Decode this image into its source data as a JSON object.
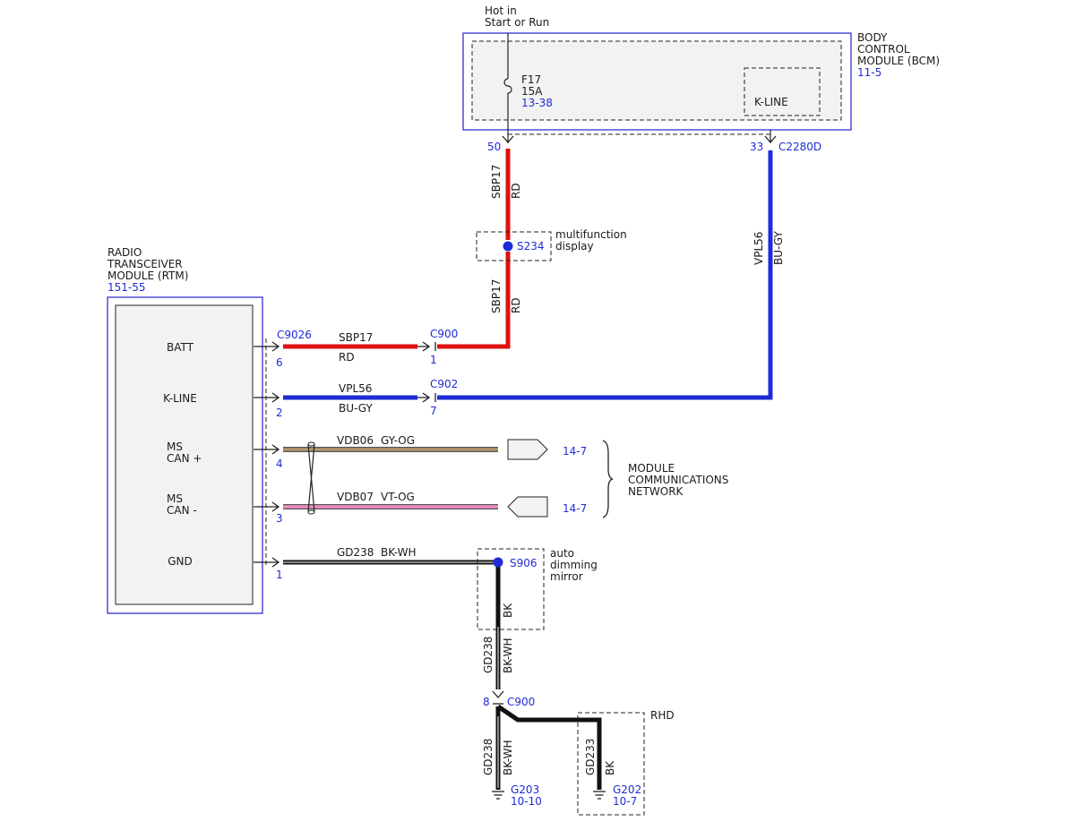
{
  "colors": {
    "red": "#e01010",
    "blue": "#1f2bd6",
    "black": "#111111",
    "gray_orange": "#b0956a",
    "violet_orange": "#f08cc0",
    "label_blue": "#1f2bd6"
  },
  "power": {
    "line1": "Hot in",
    "line2": "Start or Run"
  },
  "fuse": {
    "name": "F17",
    "rating": "15A",
    "ref": "13-38"
  },
  "bcm": {
    "line1": "BODY",
    "line2": "CONTROL",
    "line3": "MODULE (BCM)",
    "ref": "11-5",
    "kline": "K-LINE",
    "pin_batt": "50",
    "pin_kline": "33",
    "connector": "C2280D"
  },
  "rtm": {
    "line1": "RADIO",
    "line2": "TRANSCEIVER",
    "line3": "MODULE (RTM)",
    "ref": "151-55",
    "pins": {
      "batt": "BATT",
      "kline": "K-LINE",
      "mscan_plus_1": "MS",
      "mscan_plus_2": "CAN +",
      "mscan_minus_1": "MS",
      "mscan_minus_2": "CAN -",
      "gnd": "GND"
    },
    "connector": "C9026"
  },
  "splice_s234": {
    "id": "S234",
    "line1": "multifunction",
    "line2": "display"
  },
  "splice_s906": {
    "id": "S906",
    "line1": "auto",
    "line2": "dimming",
    "line3": "mirror"
  },
  "wires": {
    "sbp17_upper": {
      "circuit": "SBP17",
      "color": "RD"
    },
    "sbp17_lower": {
      "circuit": "SBP17",
      "color": "RD"
    },
    "sbp17_horiz": {
      "circuit": "SBP17",
      "color": "RD"
    },
    "vpl56_vert": {
      "circuit": "VPL56",
      "color": "BU-GY"
    },
    "vpl56_horiz": {
      "circuit": "VPL56",
      "color": "BU-GY"
    },
    "vdb06": {
      "circuit": "VDB06",
      "color": "GY-OG"
    },
    "vdb07": {
      "circuit": "VDB07",
      "color": "VT-OG"
    },
    "gd238_horiz": {
      "circuit": "GD238",
      "color": "BK-WH"
    },
    "s906_stub": {
      "color": "BK"
    },
    "gd238_vert": {
      "circuit": "GD238",
      "color": "BK-WH"
    },
    "gd238_lower": {
      "circuit": "GD238",
      "color": "BK-WH"
    },
    "gd233": {
      "circuit": "GD233",
      "color": "BK"
    }
  },
  "connectors": {
    "c900_top": {
      "name": "C900",
      "pin": "1"
    },
    "c902": {
      "name": "C902",
      "pin": "7"
    },
    "c900_bottom": {
      "name": "C900",
      "pin": "8"
    }
  },
  "rtm_pin_numbers": {
    "batt": "6",
    "kline": "2",
    "mscan_plus": "4",
    "mscan_minus": "3",
    "gnd": "1"
  },
  "network": {
    "ref_plus": "14-7",
    "ref_minus": "14-7",
    "line1": "MODULE",
    "line2": "COMMUNICATIONS",
    "line3": "NETWORK"
  },
  "rhd": {
    "label": "RHD"
  },
  "grounds": {
    "g203": {
      "name": "G203",
      "ref": "10-10"
    },
    "g202": {
      "name": "G202",
      "ref": "10-7"
    }
  }
}
